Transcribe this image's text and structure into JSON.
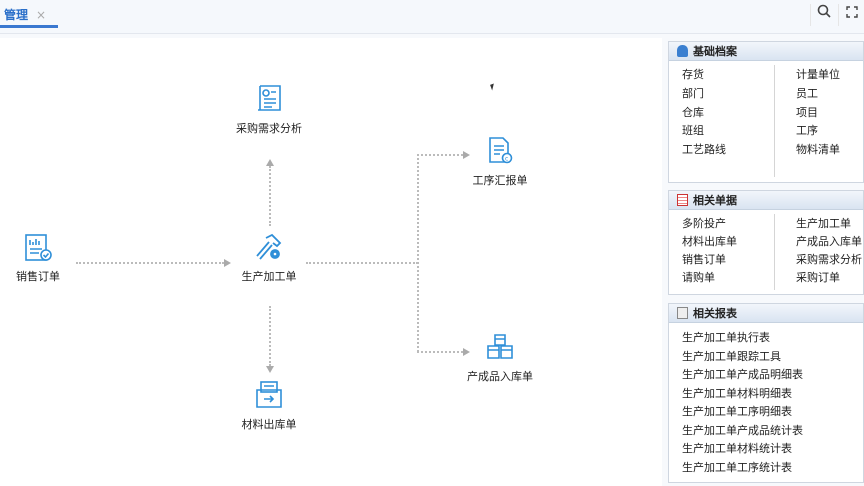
{
  "tab": {
    "label": "管理",
    "close": "×"
  },
  "toolbar": {
    "search": "search",
    "fullscreen": "fullscreen"
  },
  "flow": {
    "sales_order": "销售订单",
    "production_order": "生产加工单",
    "purchase_analysis": "采购需求分析",
    "material_issue": "材料出库单",
    "process_report": "工序汇报单",
    "product_inbound": "产成品入库单"
  },
  "panels": {
    "basic": {
      "title": "基础档案",
      "left": [
        "存货",
        "部门",
        "仓库",
        "班组",
        "工艺路线"
      ],
      "right": [
        "计量单位",
        "员工",
        "项目",
        "工序",
        "物料清单"
      ]
    },
    "docs": {
      "title": "相关单据",
      "left": [
        "多阶投产",
        "材料出库单",
        "销售订单",
        "请购单"
      ],
      "right": [
        "生产加工单",
        "产成品入库单",
        "采购需求分析",
        "采购订单"
      ]
    },
    "reports": {
      "title": "相关报表",
      "items": [
        "生产加工单执行表",
        "生产加工单跟踪工具",
        "生产加工单产成品明细表",
        "生产加工单材料明细表",
        "生产加工单工序明细表",
        "生产加工单产成品统计表",
        "生产加工单材料统计表",
        "生产加工单工序统计表"
      ]
    }
  },
  "colors": {
    "accent": "#2a6fc9",
    "icon": "#2f8fd8"
  }
}
